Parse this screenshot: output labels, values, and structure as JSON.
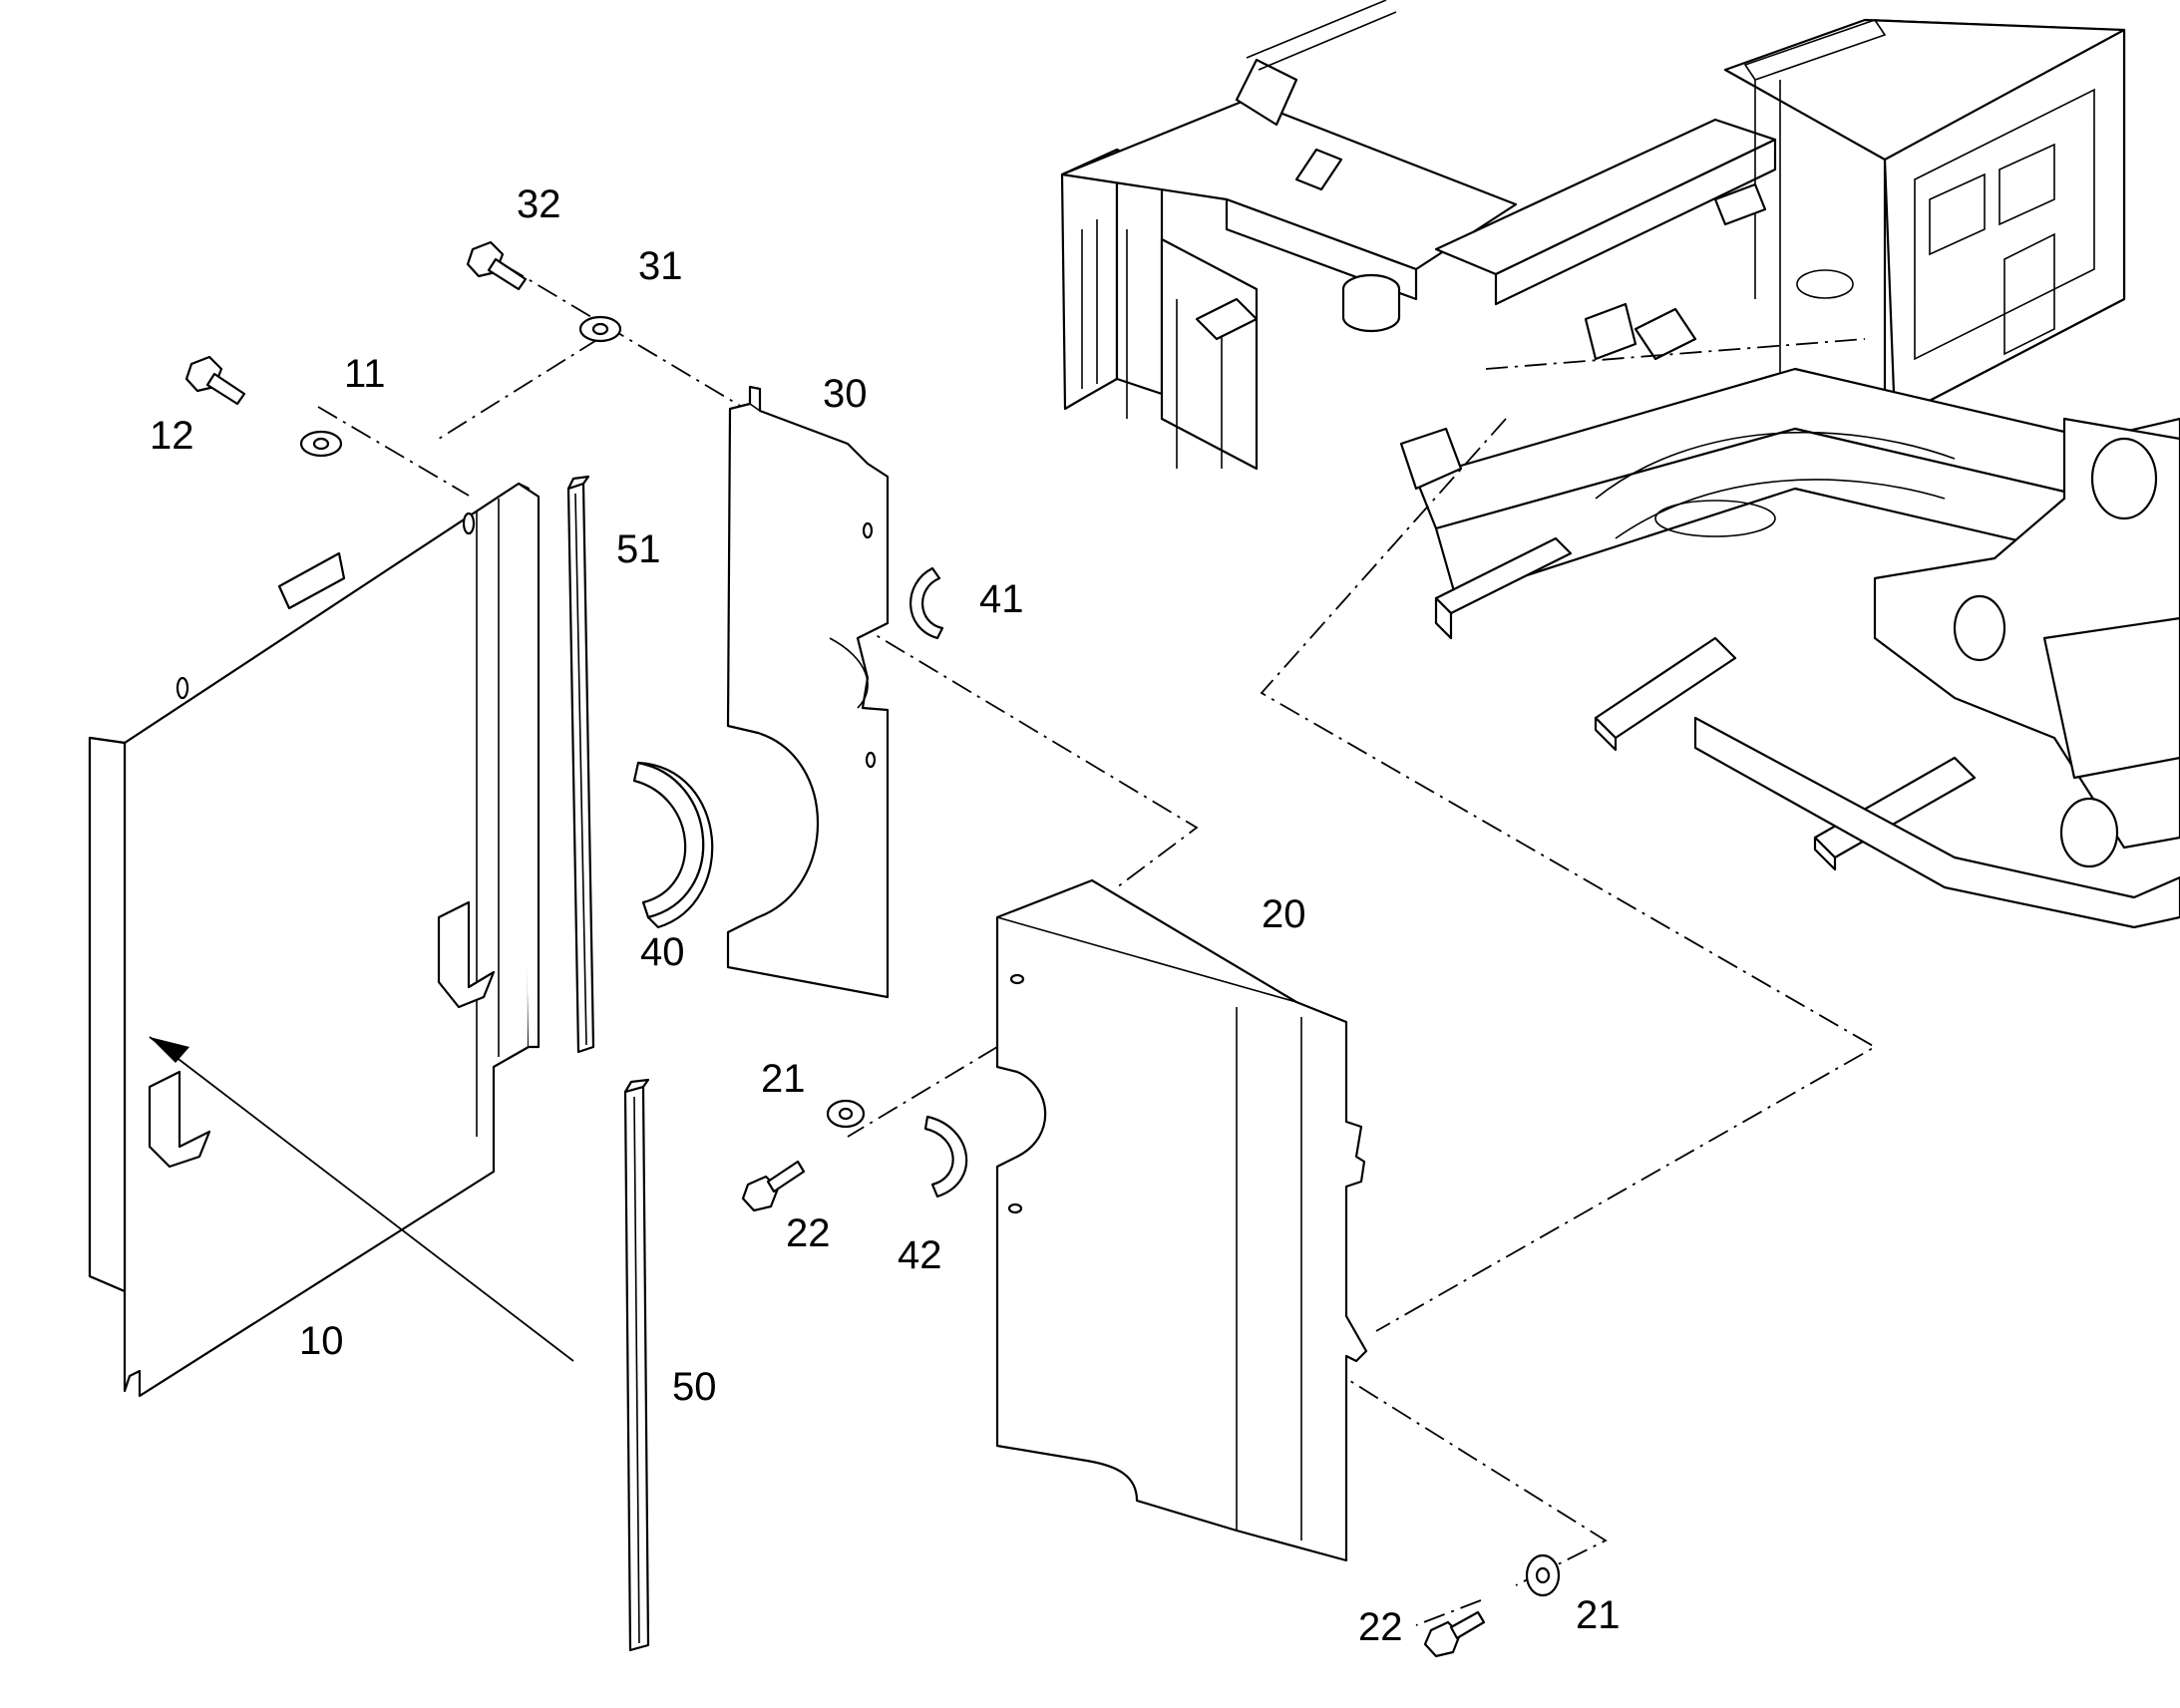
{
  "callouts": {
    "c10": "10",
    "c11": "11",
    "c12": "12",
    "c20": "20",
    "c21a": "21",
    "c21b": "21",
    "c22a": "22",
    "c22b": "22",
    "c30": "30",
    "c31": "31",
    "c32": "32",
    "c40": "40",
    "c41": "41",
    "c42": "42",
    "c50": "50",
    "c51": "51"
  }
}
